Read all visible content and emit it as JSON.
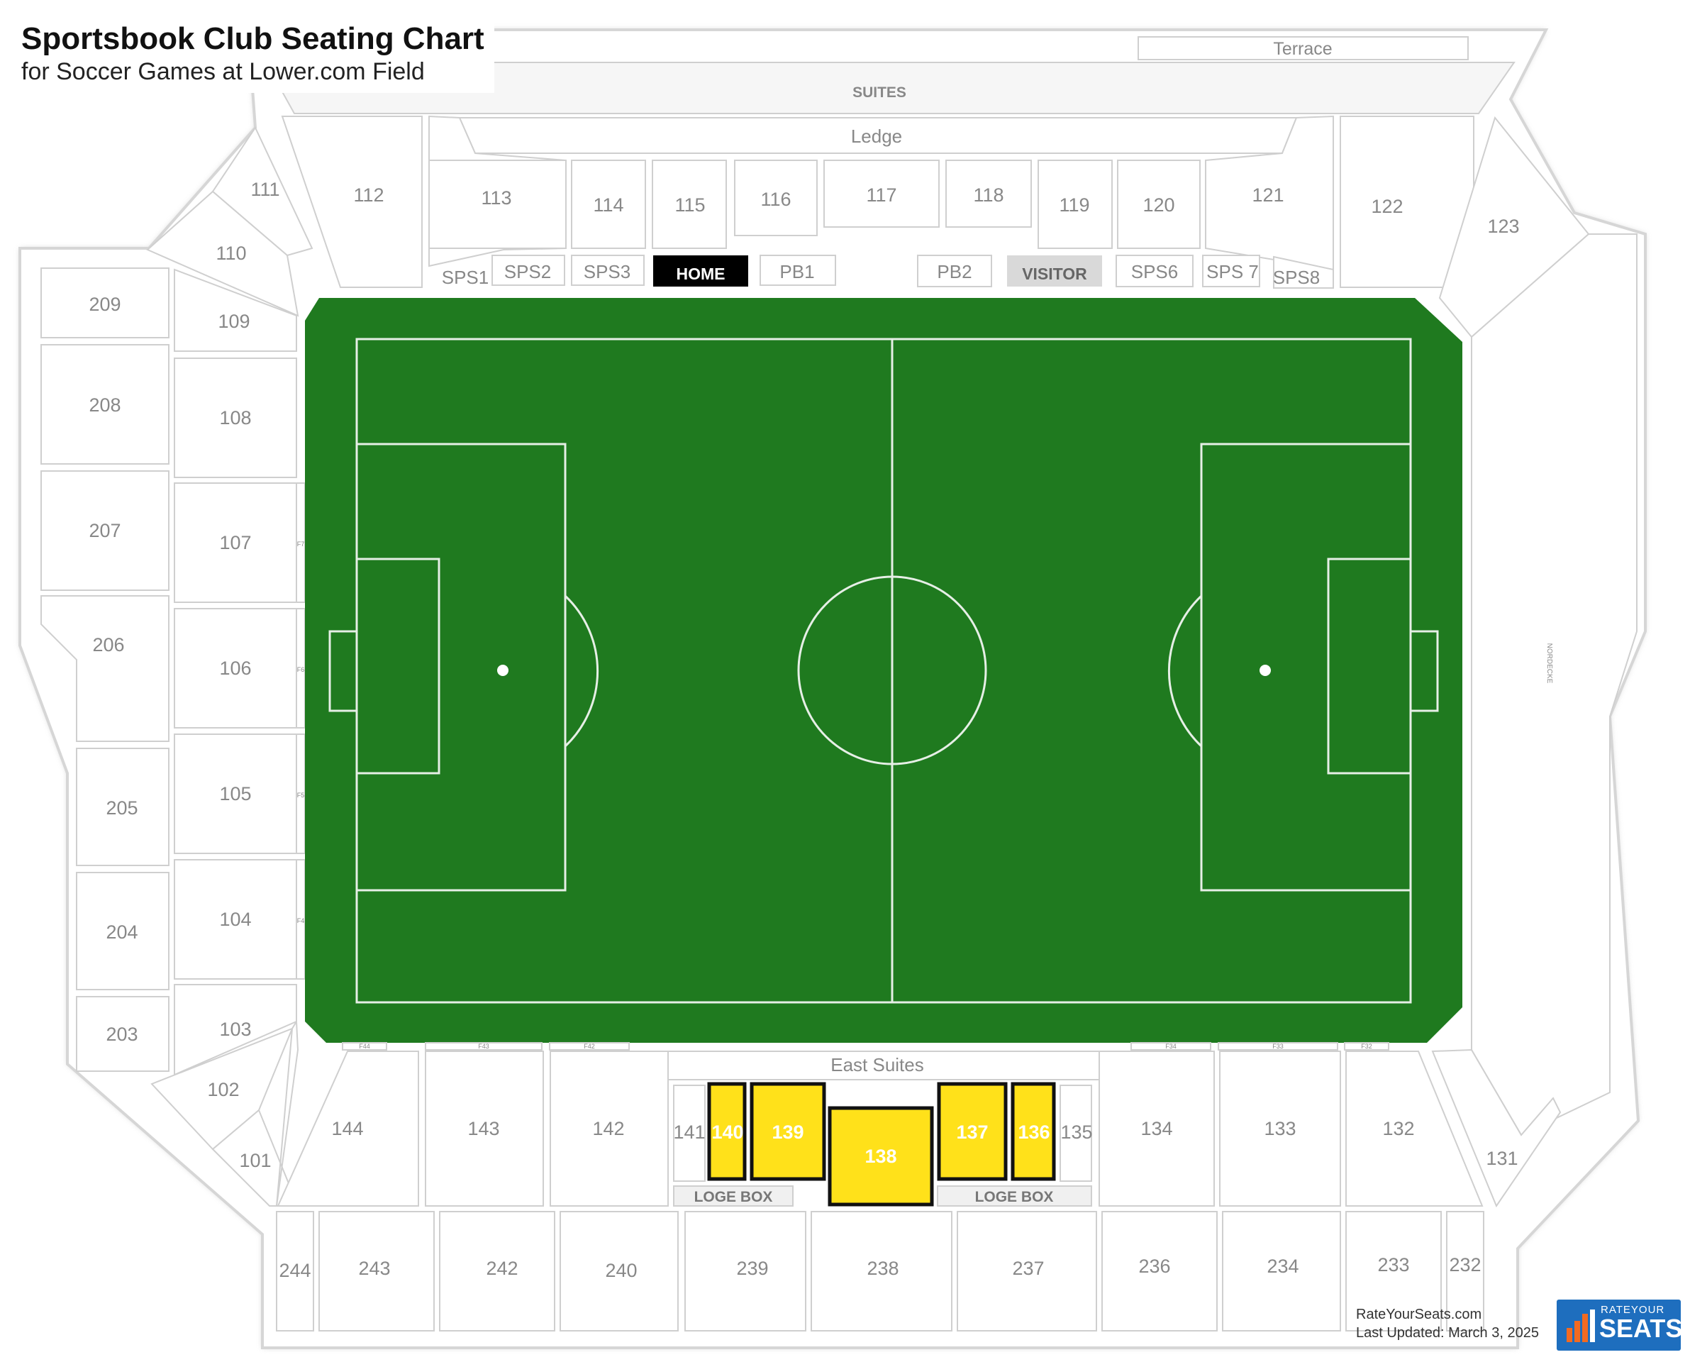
{
  "header": {
    "title": "Sportsbook Club Seating Chart",
    "subtitle": "for Soccer Games at Lower.com Field"
  },
  "credit": {
    "site": "RateYourSeats.com",
    "updated": "Last Updated: March 3, 2025",
    "logo_small": "RATEYOUR",
    "logo_big": "SEATS"
  },
  "colors": {
    "field": "#1f7a1f",
    "highlight": "#ffe11a",
    "section_fill": "#ffffff",
    "section_stroke": "#c8c8c8",
    "label": "#777777",
    "home": "#000000",
    "visitor": "#d9d9d9"
  },
  "features": {
    "terrace": "Terrace",
    "suites": "SUITES",
    "ledge": "Ledge",
    "east_suites": "East Suites",
    "loge_box_left": "LOGE BOX",
    "loge_box_right": "LOGE BOX",
    "home": "HOME",
    "visitor": "VISITOR",
    "nordecke": "NORDECKE"
  },
  "sections": {
    "s101": "101",
    "s102": "102",
    "s103": "103",
    "s104": "104",
    "s105": "105",
    "s106": "106",
    "s107": "107",
    "s108": "108",
    "s109": "109",
    "s110": "110",
    "s111": "111",
    "s112": "112",
    "s113": "113",
    "s114": "114",
    "s115": "115",
    "s116": "116",
    "s117": "117",
    "s118": "118",
    "s119": "119",
    "s120": "120",
    "s121": "121",
    "s122": "122",
    "s123": "123",
    "s131": "131",
    "s132": "132",
    "s133": "133",
    "s134": "134",
    "s135": "135",
    "s136": "136",
    "s137": "137",
    "s138": "138",
    "s139": "139",
    "s140": "140",
    "s141": "141",
    "s142": "142",
    "s143": "143",
    "s144": "144",
    "s203": "203",
    "s204": "204",
    "s205": "205",
    "s206": "206",
    "s207": "207",
    "s208": "208",
    "s209": "209",
    "s232": "232",
    "s233": "233",
    "s234": "234",
    "s236": "236",
    "s237": "237",
    "s238": "238",
    "s239": "239",
    "s240": "240",
    "s242": "242",
    "s243": "243",
    "s244": "244",
    "sps1": "SPS1",
    "sps2": "SPS2",
    "sps3": "SPS3",
    "pb1": "PB1",
    "pb2": "PB2",
    "sps6": "SPS6",
    "sps7": "SPS 7",
    "sps8": "SPS8",
    "f44": "F44",
    "f43": "F43",
    "f42": "F42",
    "f34": "F34",
    "f33": "F33",
    "f32": "F32",
    "f7": "F7",
    "f6": "F6",
    "f5": "F5",
    "f4": "F4"
  },
  "highlighted_sections": [
    "136",
    "137",
    "138",
    "139",
    "140"
  ]
}
